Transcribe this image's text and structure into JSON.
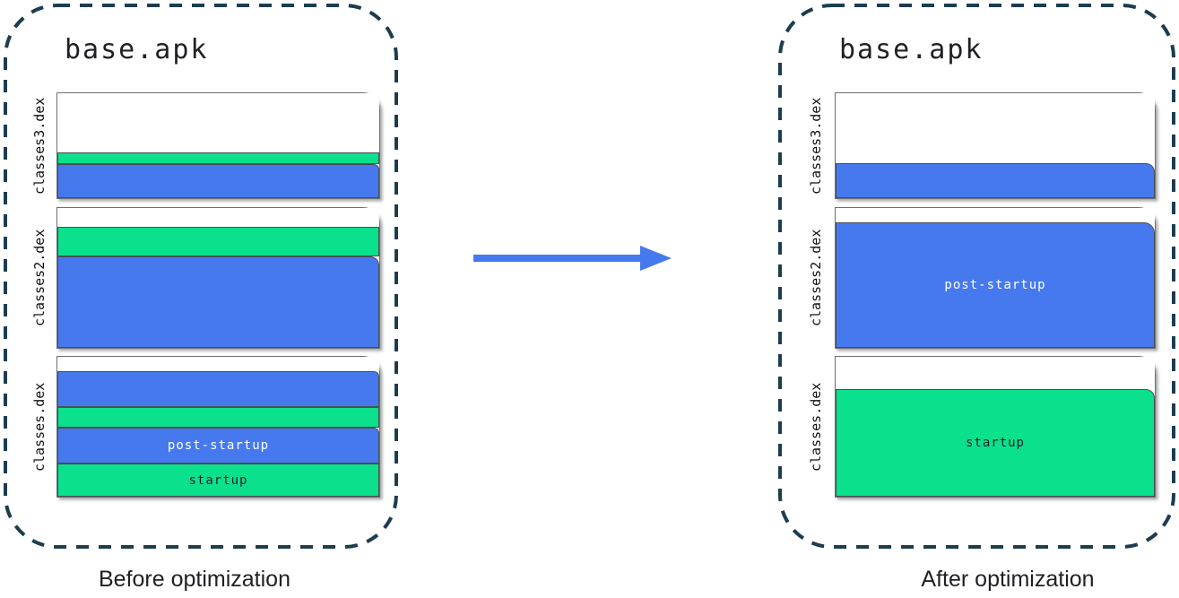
{
  "colors": {
    "blue_post_startup": "#4679ee",
    "green_startup": "#0be08c",
    "container_dash_border": "#1d3d4f",
    "page_border": "#6d7175",
    "arrow_blue": "#4679ee",
    "text_dark": "#202124"
  },
  "before": {
    "title": "base.apk",
    "caption": "Before optimization",
    "files": [
      {
        "name": "classes3.dex",
        "segments": [
          {
            "color": "white"
          },
          {
            "color": "green"
          },
          {
            "color": "blue"
          }
        ]
      },
      {
        "name": "classes2.dex",
        "segments": [
          {
            "color": "white"
          },
          {
            "color": "green"
          },
          {
            "color": "blue"
          }
        ]
      },
      {
        "name": "classes.dex",
        "segments": [
          {
            "color": "white"
          },
          {
            "color": "blue"
          },
          {
            "color": "green"
          },
          {
            "color": "blue",
            "label": "post-startup"
          },
          {
            "color": "green",
            "label": "startup"
          }
        ]
      }
    ]
  },
  "after": {
    "title": "base.apk",
    "caption": "After optimization",
    "files": [
      {
        "name": "classes3.dex",
        "segments": [
          {
            "color": "white"
          },
          {
            "color": "blue"
          }
        ]
      },
      {
        "name": "classes2.dex",
        "segments": [
          {
            "color": "white"
          },
          {
            "color": "blue",
            "label": "post-startup"
          }
        ]
      },
      {
        "name": "classes.dex",
        "segments": [
          {
            "color": "white"
          },
          {
            "color": "green",
            "label": "startup"
          }
        ]
      }
    ]
  }
}
